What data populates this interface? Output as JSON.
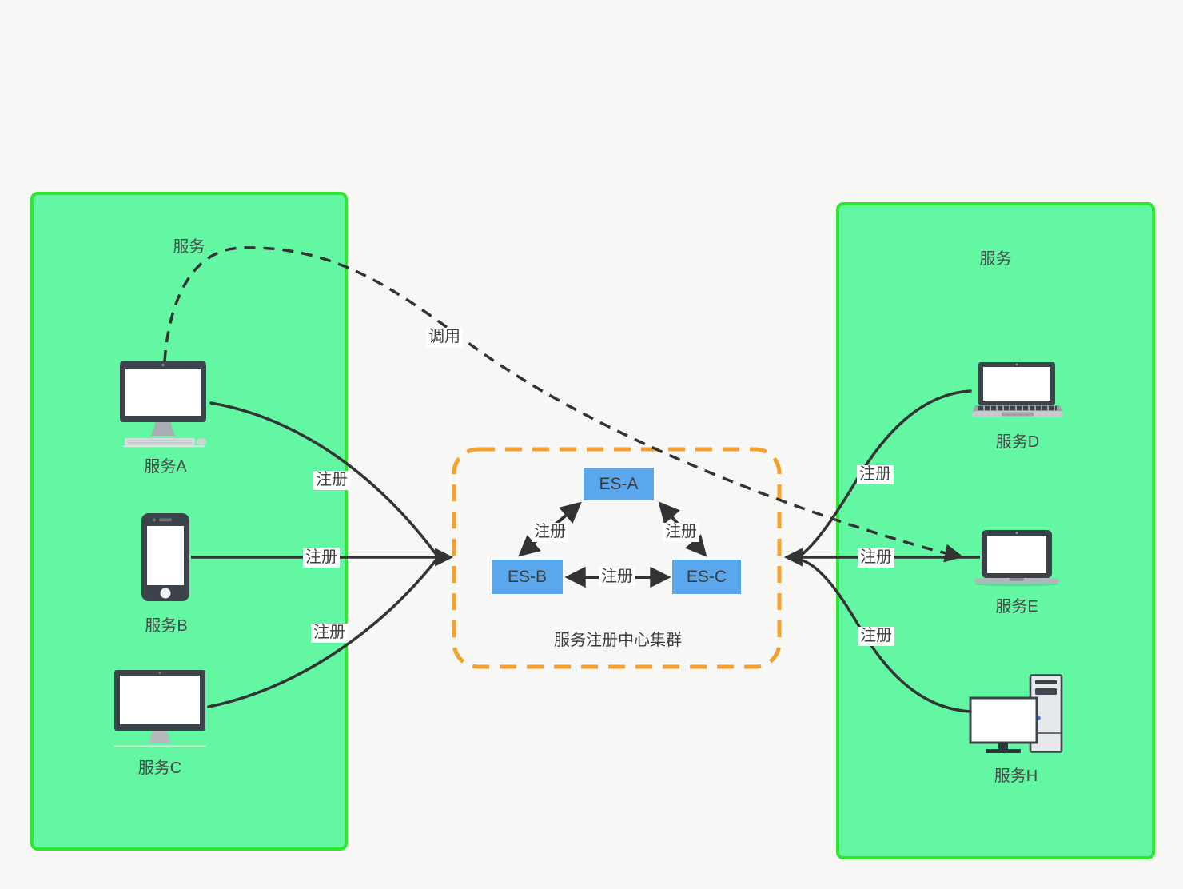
{
  "colors": {
    "page_background": "#f7f7f6",
    "panel_fill": "#63f7a4",
    "panel_border": "#2ee72e",
    "cluster_border": "#f5a02e",
    "es_node_fill": "#5aa7ee",
    "wire": "#333333"
  },
  "panels": {
    "left": {
      "title": "服务",
      "services": [
        {
          "name": "服务A",
          "icon": "desktop-computer"
        },
        {
          "name": "服务B",
          "icon": "smartphone"
        },
        {
          "name": "服务C",
          "icon": "monitor"
        }
      ]
    },
    "right": {
      "title": "服务",
      "services": [
        {
          "name": "服务D",
          "icon": "laptop-open"
        },
        {
          "name": "服务E",
          "icon": "laptop-front"
        },
        {
          "name": "服务H",
          "icon": "desktop-tower"
        }
      ]
    }
  },
  "cluster": {
    "caption": "服务注册中心集群",
    "nodes": [
      {
        "label": "ES-A"
      },
      {
        "label": "ES-B"
      },
      {
        "label": "ES-C"
      }
    ]
  },
  "edges": [
    {
      "from": "服务A",
      "to": "服务注册中心集群",
      "label": "注册",
      "style": "solid-curve"
    },
    {
      "from": "服务B",
      "to": "服务注册中心集群",
      "label": "注册",
      "style": "solid-straight"
    },
    {
      "from": "服务C",
      "to": "服务注册中心集群",
      "label": "注册",
      "style": "solid-curve"
    },
    {
      "from": "服务D",
      "to": "服务注册中心集群",
      "label": "注册",
      "style": "solid-curve"
    },
    {
      "from": "服务E",
      "to": "服务注册中心集群",
      "label": "注册",
      "style": "solid-straight"
    },
    {
      "from": "服务H",
      "to": "服务注册中心集群",
      "label": "注册",
      "style": "solid-curve"
    },
    {
      "from": "ES-A",
      "to": "ES-B",
      "label": "注册",
      "style": "double-arrow"
    },
    {
      "from": "ES-A",
      "to": "ES-C",
      "label": "注册",
      "style": "double-arrow"
    },
    {
      "from": "ES-B",
      "to": "ES-C",
      "label": "注册",
      "style": "double-arrow"
    },
    {
      "from": "服务",
      "to": "服务E",
      "label": "调用",
      "style": "dashed-curve"
    }
  ]
}
